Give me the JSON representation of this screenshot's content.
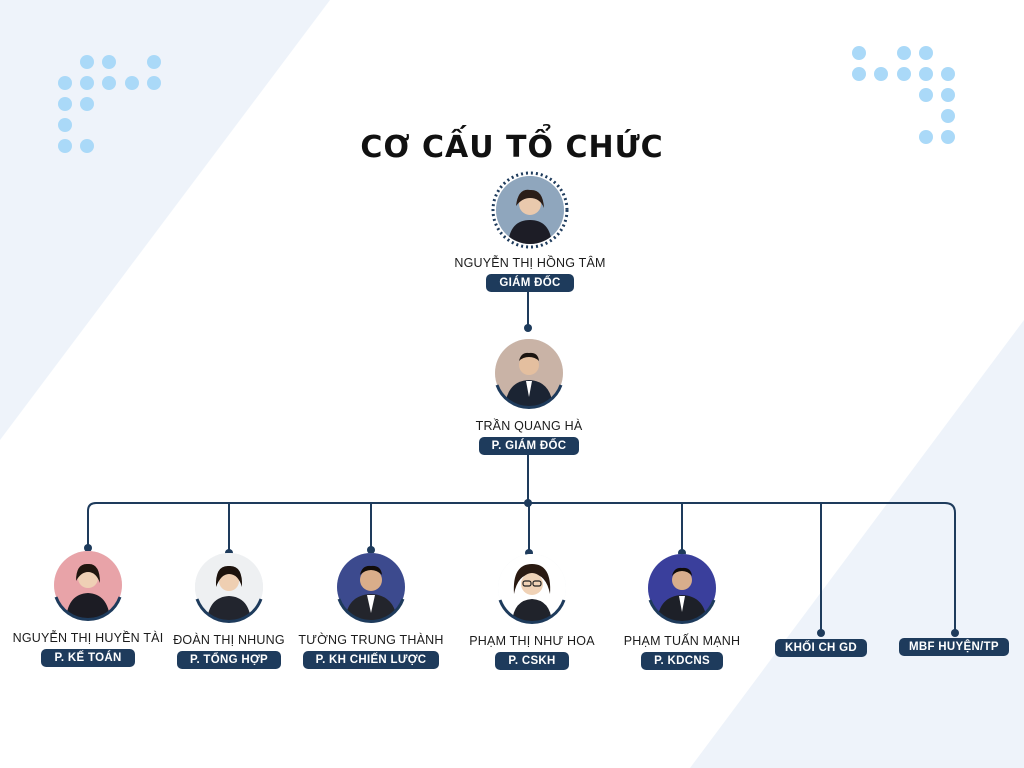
{
  "title": "CƠ CẤU TỔ CHỨC",
  "colors": {
    "pill_bg": "#1e3b5c",
    "connector": "#1e3b5c",
    "dot": "#aad9f8",
    "bg_shape": "#eef3fa"
  },
  "director": {
    "name": "NGUYỄN THỊ HỒNG TÂM",
    "role": "GIÁM ĐỐC"
  },
  "deputy": {
    "name": "TRẦN QUANG HÀ",
    "role": "P. GIÁM ĐỐC"
  },
  "departments": [
    {
      "name": "NGUYỄN THỊ HUYỀN TÀI",
      "role": "P. KẾ TOÁN"
    },
    {
      "name": "ĐOÀN THỊ NHUNG",
      "role": "P. TỔNG HỢP"
    },
    {
      "name": "TƯỜNG TRUNG THÀNH",
      "role": "P. KH CHIẾN LƯỢC"
    },
    {
      "name": "PHẠM THỊ NHƯ HOA",
      "role": "P. CSKH"
    },
    {
      "name": "PHẠM TUẤN MẠNH",
      "role": "P. KDCNS"
    }
  ],
  "units": [
    {
      "label": "KHỐI CH GD"
    },
    {
      "label": "MBF HUYỆN/TP"
    }
  ]
}
